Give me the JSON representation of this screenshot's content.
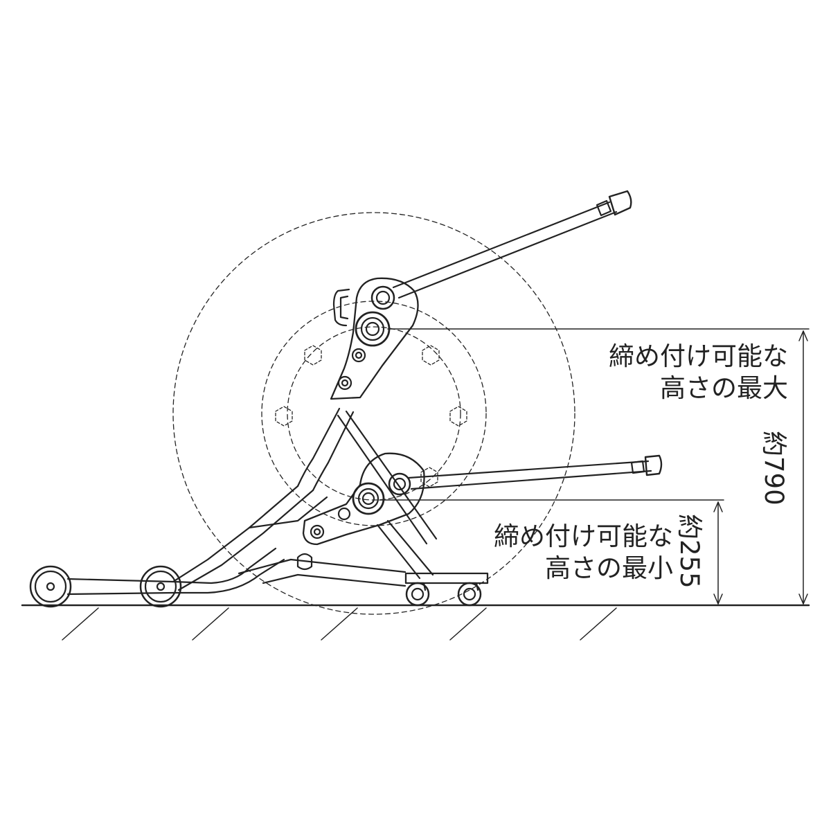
{
  "annotations": {
    "max_label_line1": "締め付け可能な",
    "max_label_line2": "高さの最大",
    "min_label_line1": "締め付け可能な",
    "min_label_line2": "高さの最小"
  },
  "dimensions": {
    "max_height": "約790",
    "min_height": "約255"
  },
  "colors": {
    "stroke": "#222222",
    "background": "#ffffff"
  }
}
